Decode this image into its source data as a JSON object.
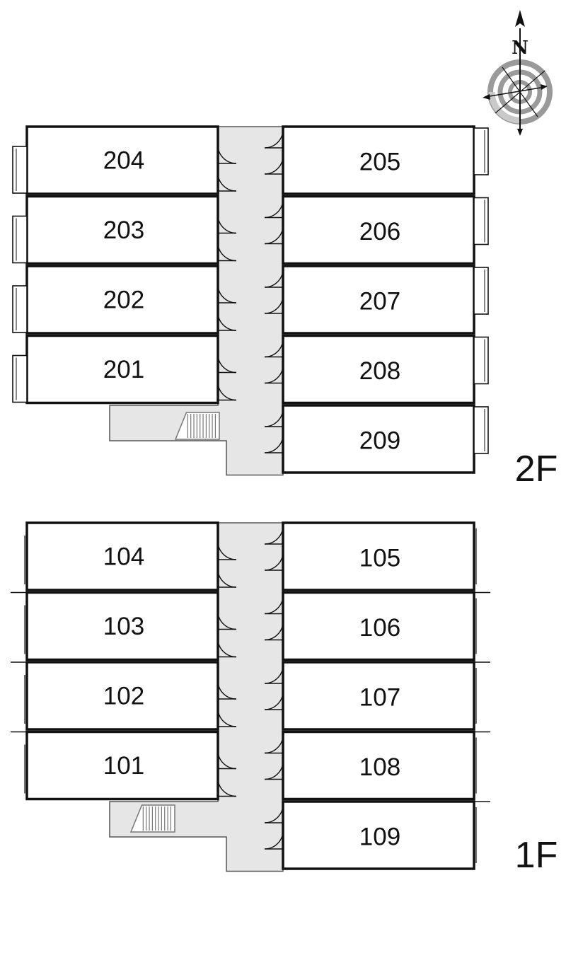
{
  "compass": {
    "north_label": "N"
  },
  "floors": [
    {
      "label": "2F",
      "left_rooms": [
        "204",
        "203",
        "202",
        "201"
      ],
      "right_rooms": [
        "205",
        "206",
        "207",
        "208",
        "209"
      ],
      "left_balconies": true,
      "right_balconies": true
    },
    {
      "label": "1F",
      "left_rooms": [
        "104",
        "103",
        "102",
        "101"
      ],
      "right_rooms": [
        "105",
        "106",
        "107",
        "108",
        "109"
      ],
      "left_balconies": false,
      "right_balconies": false
    }
  ],
  "colors": {
    "corridor": "#e6e6e6",
    "wall": "#111111",
    "stair": "#777777"
  }
}
